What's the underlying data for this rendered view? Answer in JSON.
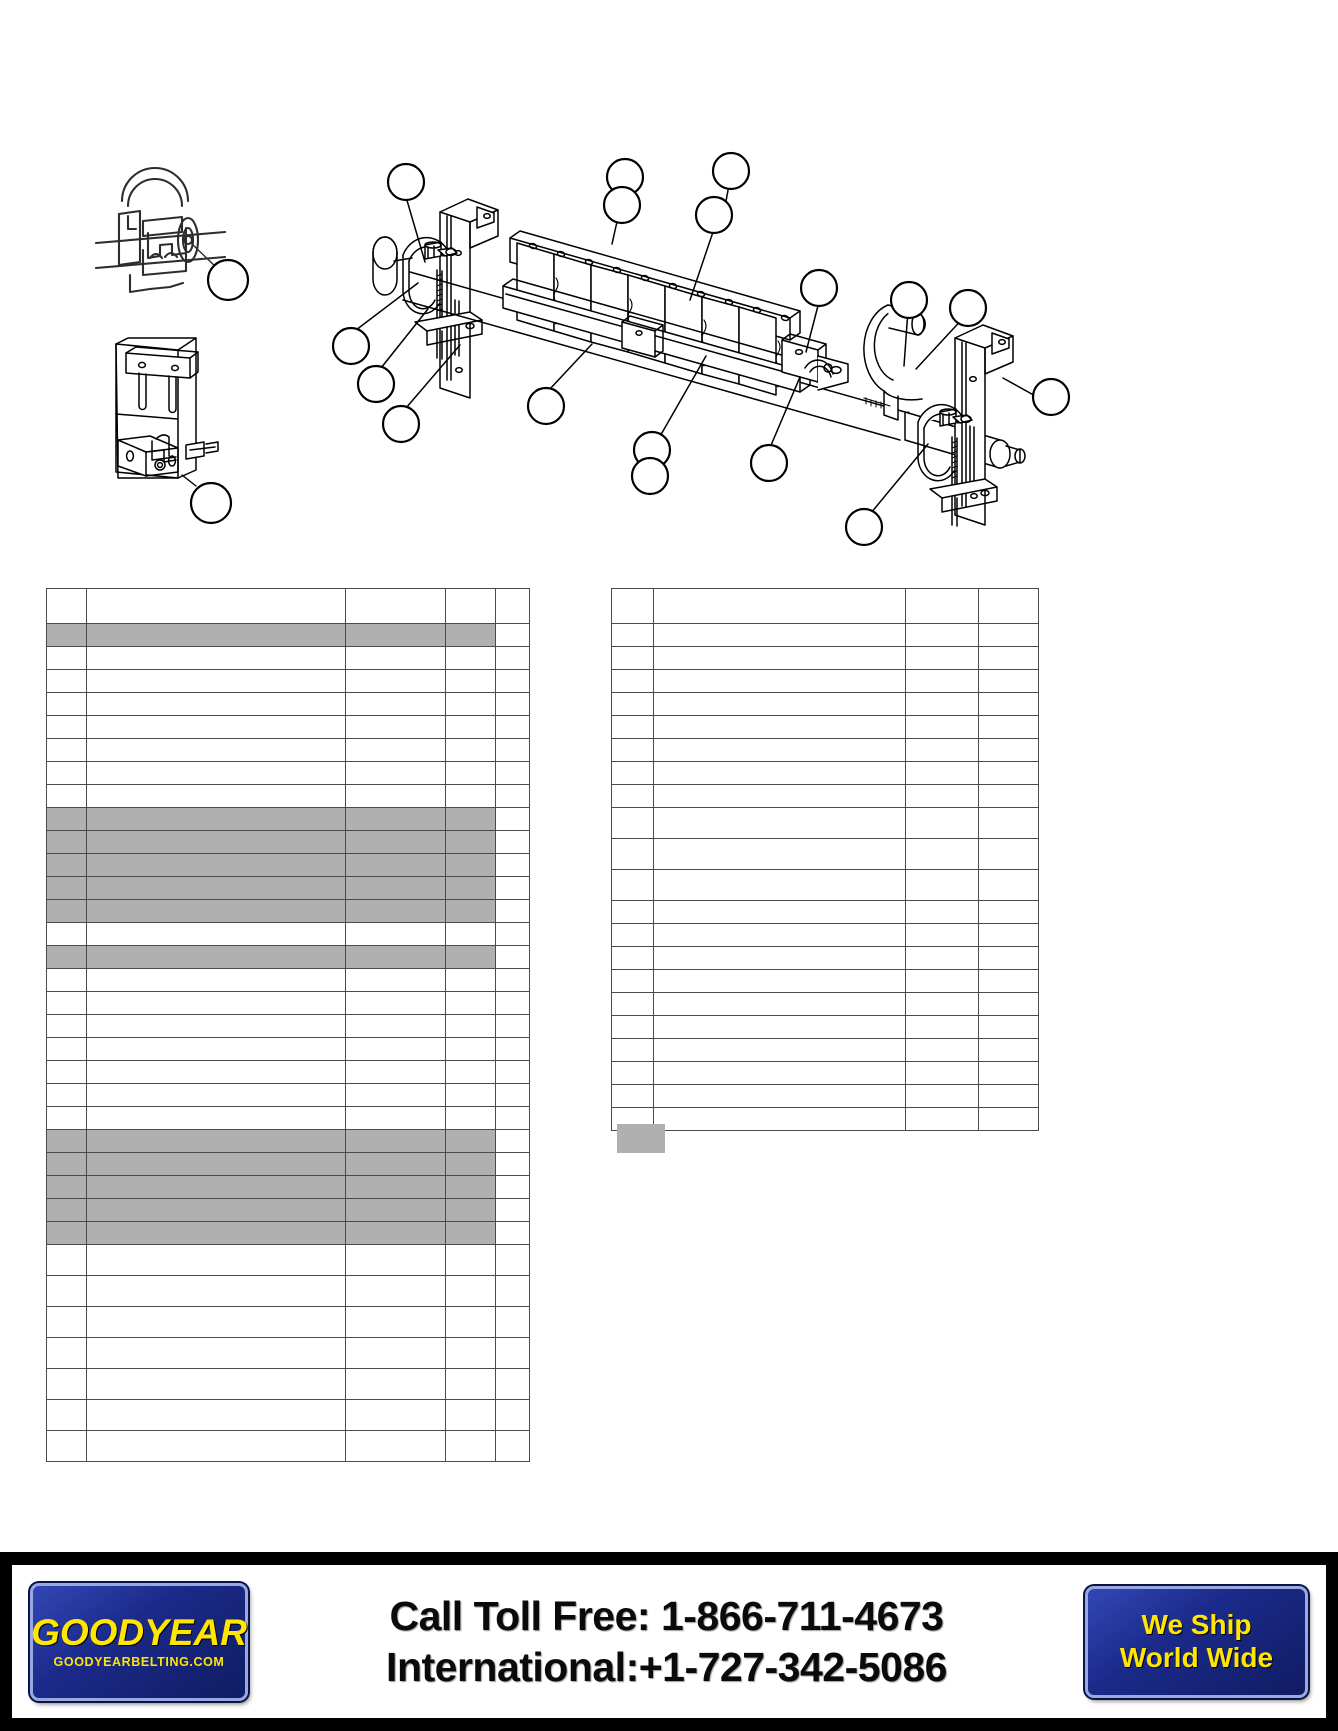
{
  "document": {
    "type": "parts-assembly-diagram"
  },
  "drawing": {
    "title": "",
    "detail_views": [
      {
        "name": "bracket-detail-upper",
        "label": ""
      },
      {
        "name": "bracket-detail-lower",
        "label": ""
      }
    ],
    "callouts": [
      {
        "id": "callout-1",
        "label": ""
      },
      {
        "id": "callout-2",
        "label": ""
      },
      {
        "id": "callout-3",
        "label": ""
      },
      {
        "id": "callout-4",
        "label": ""
      },
      {
        "id": "callout-5",
        "label": ""
      },
      {
        "id": "callout-6",
        "label": ""
      },
      {
        "id": "callout-7",
        "label": ""
      },
      {
        "id": "callout-8",
        "label": ""
      },
      {
        "id": "callout-9",
        "label": ""
      },
      {
        "id": "callout-10",
        "label": ""
      },
      {
        "id": "callout-11",
        "label": ""
      },
      {
        "id": "callout-12",
        "label": ""
      },
      {
        "id": "callout-13",
        "label": ""
      },
      {
        "id": "callout-14",
        "label": ""
      },
      {
        "id": "callout-15",
        "label": ""
      },
      {
        "id": "callout-16",
        "label": ""
      },
      {
        "id": "callout-17",
        "label": ""
      },
      {
        "id": "callout-18",
        "label": ""
      },
      {
        "id": "callout-19",
        "label": ""
      }
    ]
  },
  "left_table": {
    "name": "parts-list-left",
    "headers": [
      "",
      "",
      "",
      "",
      ""
    ],
    "rows": [
      {
        "cells": [
          "",
          "",
          "",
          "",
          ""
        ],
        "shaded": true
      },
      {
        "cells": [
          "",
          "",
          "",
          "",
          ""
        ],
        "shaded": false
      },
      {
        "cells": [
          "",
          "",
          "",
          "",
          ""
        ],
        "shaded": false
      },
      {
        "cells": [
          "",
          "",
          "",
          "",
          ""
        ],
        "shaded": false
      },
      {
        "cells": [
          "",
          "",
          "",
          "",
          ""
        ],
        "shaded": false
      },
      {
        "cells": [
          "",
          "",
          "",
          "",
          ""
        ],
        "shaded": false
      },
      {
        "cells": [
          "",
          "",
          "",
          "",
          ""
        ],
        "shaded": false
      },
      {
        "cells": [
          "",
          "",
          "",
          "",
          ""
        ],
        "shaded": false
      },
      {
        "cells": [
          "",
          "",
          "",
          "",
          ""
        ],
        "shaded": true
      },
      {
        "cells": [
          "",
          "",
          "",
          "",
          ""
        ],
        "shaded": true
      },
      {
        "cells": [
          "",
          "",
          "",
          "",
          ""
        ],
        "shaded": true
      },
      {
        "cells": [
          "",
          "",
          "",
          "",
          ""
        ],
        "shaded": true
      },
      {
        "cells": [
          "",
          "",
          "",
          "",
          ""
        ],
        "shaded": true
      },
      {
        "cells": [
          "",
          "",
          "",
          "",
          ""
        ],
        "shaded": false
      },
      {
        "cells": [
          "",
          "",
          "",
          "",
          ""
        ],
        "shaded": true
      },
      {
        "cells": [
          "",
          "",
          "",
          "",
          ""
        ],
        "shaded": false
      },
      {
        "cells": [
          "",
          "",
          "",
          "",
          ""
        ],
        "shaded": false
      },
      {
        "cells": [
          "",
          "",
          "",
          "",
          ""
        ],
        "shaded": false
      },
      {
        "cells": [
          "",
          "",
          "",
          "",
          ""
        ],
        "shaded": false
      },
      {
        "cells": [
          "",
          "",
          "",
          "",
          ""
        ],
        "shaded": false
      },
      {
        "cells": [
          "",
          "",
          "",
          "",
          ""
        ],
        "shaded": false
      },
      {
        "cells": [
          "",
          "",
          "",
          "",
          ""
        ],
        "shaded": false
      },
      {
        "cells": [
          "",
          "",
          "",
          "",
          ""
        ],
        "shaded": true
      },
      {
        "cells": [
          "",
          "",
          "",
          "",
          ""
        ],
        "shaded": true
      },
      {
        "cells": [
          "",
          "",
          "",
          "",
          ""
        ],
        "shaded": true
      },
      {
        "cells": [
          "",
          "",
          "",
          "",
          ""
        ],
        "shaded": true
      },
      {
        "cells": [
          "",
          "",
          "",
          "",
          ""
        ],
        "shaded": true
      },
      {
        "cells": [
          "",
          "",
          "",
          "",
          ""
        ],
        "shaded": false
      },
      {
        "cells": [
          "",
          "",
          "",
          "",
          ""
        ],
        "shaded": false
      },
      {
        "cells": [
          "",
          "",
          "",
          "",
          ""
        ],
        "shaded": false
      },
      {
        "cells": [
          "",
          "",
          "",
          "",
          ""
        ],
        "shaded": false
      },
      {
        "cells": [
          "",
          "",
          "",
          "",
          ""
        ],
        "shaded": false
      },
      {
        "cells": [
          "",
          "",
          "",
          "",
          ""
        ],
        "shaded": false
      },
      {
        "cells": [
          "",
          "",
          "",
          "",
          ""
        ],
        "shaded": false
      }
    ]
  },
  "right_table": {
    "name": "parts-list-right",
    "headers": [
      "",
      "",
      "",
      ""
    ],
    "rows": [
      {
        "cells": [
          "",
          "",
          "",
          ""
        ],
        "shaded": false
      },
      {
        "cells": [
          "",
          "",
          "",
          ""
        ],
        "shaded": false
      },
      {
        "cells": [
          "",
          "",
          "",
          ""
        ],
        "shaded": false
      },
      {
        "cells": [
          "",
          "",
          "",
          ""
        ],
        "shaded": false
      },
      {
        "cells": [
          "",
          "",
          "",
          ""
        ],
        "shaded": false
      },
      {
        "cells": [
          "",
          "",
          "",
          ""
        ],
        "shaded": false
      },
      {
        "cells": [
          "",
          "",
          "",
          ""
        ],
        "shaded": false
      },
      {
        "cells": [
          "",
          "",
          "",
          ""
        ],
        "shaded": false
      },
      {
        "cells": [
          "",
          "",
          "",
          ""
        ],
        "shaded": false
      },
      {
        "cells": [
          "",
          "",
          "",
          ""
        ],
        "shaded": false
      },
      {
        "cells": [
          "",
          "",
          "",
          ""
        ],
        "shaded": false
      },
      {
        "cells": [
          "",
          "",
          "",
          ""
        ],
        "shaded": false
      },
      {
        "cells": [
          "",
          "",
          "",
          ""
        ],
        "shaded": false
      },
      {
        "cells": [
          "",
          "",
          "",
          ""
        ],
        "shaded": false
      },
      {
        "cells": [
          "",
          "",
          "",
          ""
        ],
        "shaded": false
      },
      {
        "cells": [
          "",
          "",
          "",
          ""
        ],
        "shaded": false
      },
      {
        "cells": [
          "",
          "",
          "",
          ""
        ],
        "shaded": false
      },
      {
        "cells": [
          "",
          "",
          "",
          ""
        ],
        "shaded": false
      },
      {
        "cells": [
          "",
          "",
          "",
          ""
        ],
        "shaded": false
      },
      {
        "cells": [
          "",
          "",
          "",
          ""
        ],
        "shaded": false
      },
      {
        "cells": [
          "",
          "",
          "",
          ""
        ],
        "shaded": false
      }
    ]
  },
  "legend": {
    "swatch_color": "#b0b0b0",
    "label": ""
  },
  "footer": {
    "logo": {
      "wordmark": "GOODYEAR",
      "url": "GOODYEARBELTING.COM"
    },
    "phone": {
      "toll_free": "Call Toll Free: 1-866-711-4673",
      "international": "International:+1-727-342-5086"
    },
    "shipping": {
      "line1": "We Ship",
      "line2": "World Wide"
    },
    "colors": {
      "plaque_blue": "#1c2b8c",
      "plaque_yellow": "#ffe600",
      "banner_black": "#000000"
    }
  }
}
